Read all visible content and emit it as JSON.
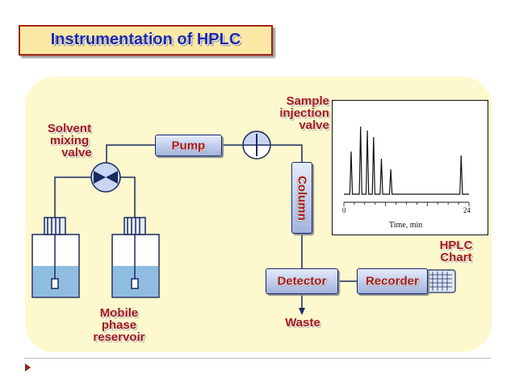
{
  "title": "Instrumentation of HPLC",
  "labels": {
    "solvent_mixing_valve": [
      "Solvent",
      "mixing",
      "valve"
    ],
    "sample_injection_valve": [
      "Sample",
      "injection",
      "valve"
    ],
    "mobile_phase_reservoir": [
      "Mobile",
      "phase",
      "reservoir"
    ],
    "hplc_chart": [
      "HPLC",
      "Chart"
    ],
    "waste": "Waste"
  },
  "components": {
    "pump": "Pump",
    "column": "Column",
    "detector": "Detector",
    "recorder": "Recorder"
  },
  "chart": {
    "xlabel": "Time, min",
    "x_tick_start": "0",
    "x_tick_end": "24"
  },
  "chart_data": {
    "type": "line",
    "xlabel": "Time, min",
    "ylabel": "",
    "title": "",
    "xlim": [
      0,
      24
    ],
    "x_ticks": [
      0,
      24
    ],
    "peaks_time_min": [
      1.4,
      3.2,
      4.5,
      5.7,
      7.2,
      9.0,
      22.5
    ],
    "peaks_relative_height": [
      0.53,
      0.84,
      0.79,
      0.71,
      0.44,
      0.31,
      0.48
    ]
  },
  "colors": {
    "title_text": "#1d2aa8",
    "title_bg": "#fde9a6",
    "title_border": "#a32317",
    "panel_bg": "#fef8cf",
    "label_text": "#a31a1a",
    "component_fill": "#b9c6e8",
    "solvent": "#8fbde2"
  }
}
